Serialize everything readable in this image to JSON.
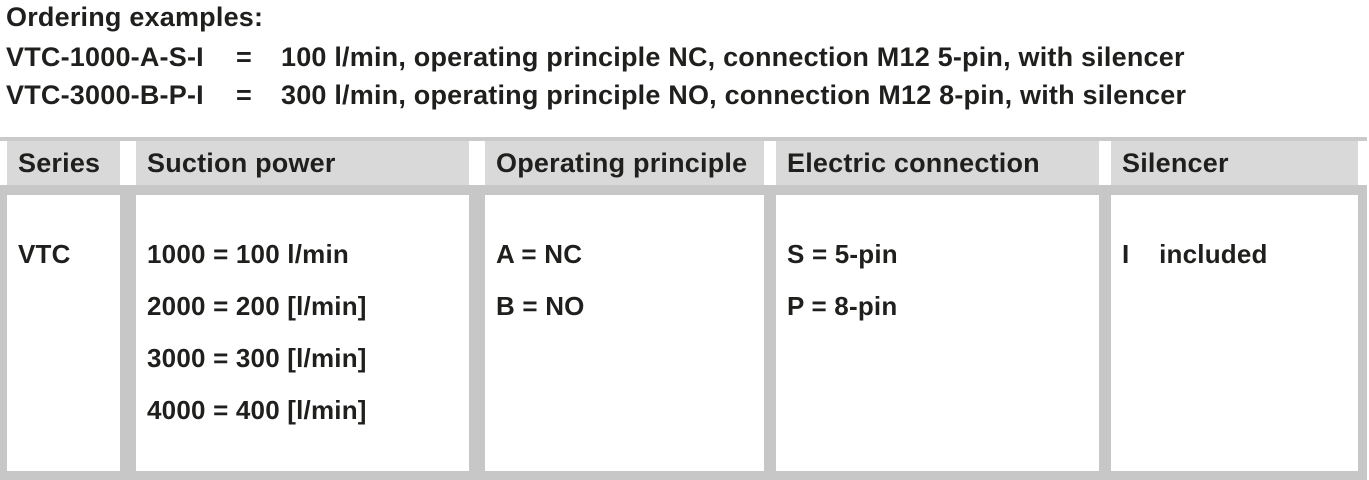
{
  "colors": {
    "text": "#1f1f1d",
    "header_bg": "#d9d9d9",
    "separator_gray": "#c7c7c7",
    "top_stripe": "#cacaca",
    "body_bg": "#ffffff"
  },
  "intro": {
    "heading": "Ordering examples:",
    "examples": [
      {
        "code": "VTC-1000-A-S-I",
        "equals": "=",
        "description": "100 l/min, operating principle NC, connection M12 5-pin, with silencer"
      },
      {
        "code": "VTC-3000-B-P-I",
        "equals": "=",
        "description": "300 l/min, operating principle NO, connection M12 8-pin, with silencer"
      }
    ]
  },
  "table": {
    "columns": [
      {
        "header": "Series",
        "lines": [
          "VTC"
        ]
      },
      {
        "header": "Suction power",
        "lines": [
          "1000 = 100 l/min",
          "2000 = 200 [l/min]",
          "3000 = 300 [l/min]",
          "4000 = 400 [l/min]"
        ]
      },
      {
        "header": "Operating principle",
        "lines": [
          "A = NC",
          "B = NO"
        ]
      },
      {
        "header": "Electric connection",
        "lines": [
          "S = 5-pin",
          "P = 8-pin"
        ]
      },
      {
        "header": "Silencer",
        "lines": [
          "I    included"
        ]
      }
    ]
  }
}
